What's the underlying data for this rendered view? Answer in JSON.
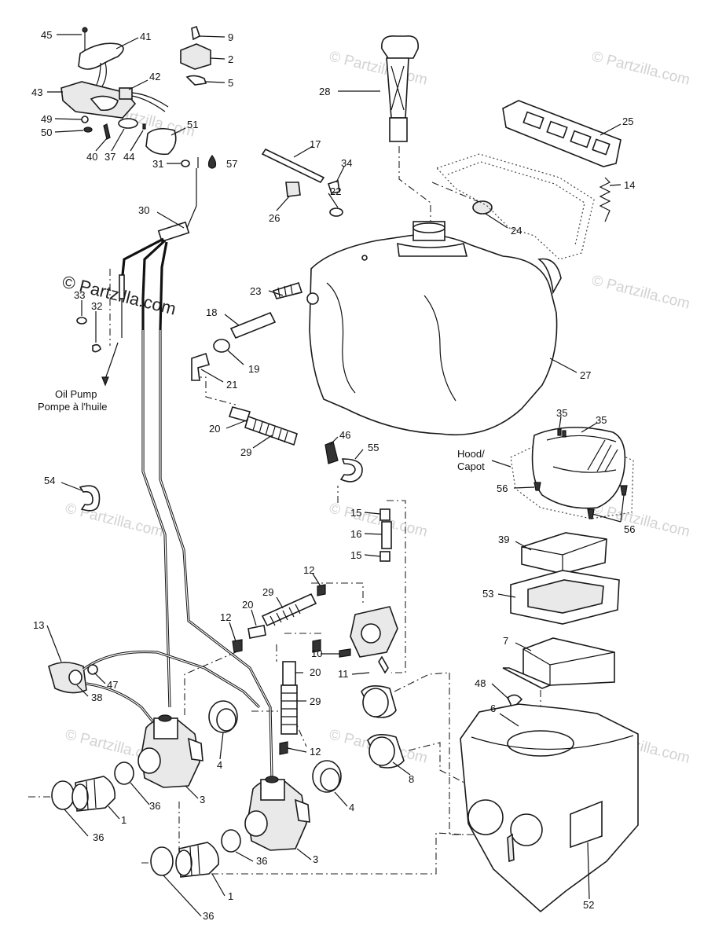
{
  "callouts": [
    {
      "id": "45",
      "text": "45"
    },
    {
      "id": "41",
      "text": "41"
    },
    {
      "id": "9",
      "text": "9"
    },
    {
      "id": "2",
      "text": "2"
    },
    {
      "id": "42",
      "text": "42"
    },
    {
      "id": "5",
      "text": "5"
    },
    {
      "id": "43",
      "text": "43"
    },
    {
      "id": "49",
      "text": "49"
    },
    {
      "id": "50",
      "text": "50"
    },
    {
      "id": "51",
      "text": "51"
    },
    {
      "id": "40",
      "text": "40"
    },
    {
      "id": "37",
      "text": "37"
    },
    {
      "id": "44",
      "text": "44"
    },
    {
      "id": "31",
      "text": "31"
    },
    {
      "id": "57",
      "text": "57"
    },
    {
      "id": "28",
      "text": "28"
    },
    {
      "id": "25",
      "text": "25"
    },
    {
      "id": "17",
      "text": "17"
    },
    {
      "id": "34",
      "text": "34"
    },
    {
      "id": "14",
      "text": "14"
    },
    {
      "id": "22",
      "text": "22"
    },
    {
      "id": "26",
      "text": "26"
    },
    {
      "id": "24",
      "text": "24"
    },
    {
      "id": "30",
      "text": "30"
    },
    {
      "id": "23",
      "text": "23"
    },
    {
      "id": "33",
      "text": "33"
    },
    {
      "id": "32",
      "text": "32"
    },
    {
      "id": "18",
      "text": "18"
    },
    {
      "id": "19",
      "text": "19"
    },
    {
      "id": "27",
      "text": "27"
    },
    {
      "id": "21",
      "text": "21"
    },
    {
      "id": "20a",
      "text": "20"
    },
    {
      "id": "29a",
      "text": "29"
    },
    {
      "id": "46",
      "text": "46"
    },
    {
      "id": "55",
      "text": "55"
    },
    {
      "id": "54",
      "text": "54"
    },
    {
      "id": "35a",
      "text": "35"
    },
    {
      "id": "35b",
      "text": "35"
    },
    {
      "id": "56a",
      "text": "56"
    },
    {
      "id": "56b",
      "text": "56"
    },
    {
      "id": "15a",
      "text": "15"
    },
    {
      "id": "16",
      "text": "16"
    },
    {
      "id": "15b",
      "text": "15"
    },
    {
      "id": "39",
      "text": "39"
    },
    {
      "id": "12a",
      "text": "12"
    },
    {
      "id": "29b",
      "text": "29"
    },
    {
      "id": "53",
      "text": "53"
    },
    {
      "id": "12b",
      "text": "12"
    },
    {
      "id": "20b",
      "text": "20"
    },
    {
      "id": "13",
      "text": "13"
    },
    {
      "id": "7",
      "text": "7"
    },
    {
      "id": "10",
      "text": "10"
    },
    {
      "id": "11",
      "text": "11"
    },
    {
      "id": "20c",
      "text": "20"
    },
    {
      "id": "47",
      "text": "47"
    },
    {
      "id": "38",
      "text": "38"
    },
    {
      "id": "48",
      "text": "48"
    },
    {
      "id": "29c",
      "text": "29"
    },
    {
      "id": "6",
      "text": "6"
    },
    {
      "id": "12c",
      "text": "12"
    },
    {
      "id": "4a",
      "text": "4"
    },
    {
      "id": "8",
      "text": "8"
    },
    {
      "id": "3a",
      "text": "3"
    },
    {
      "id": "36a",
      "text": "36"
    },
    {
      "id": "4b",
      "text": "4"
    },
    {
      "id": "1a",
      "text": "1"
    },
    {
      "id": "36b",
      "text": "36"
    },
    {
      "id": "3b",
      "text": "3"
    },
    {
      "id": "36c",
      "text": "36"
    },
    {
      "id": "1b",
      "text": "1"
    },
    {
      "id": "36d",
      "text": "36"
    },
    {
      "id": "52",
      "text": "52"
    }
  ],
  "notes": {
    "oil_pump_en": "Oil Pump",
    "oil_pump_fr": "Pompe à l'huile",
    "hood_en": "Hood/",
    "hood_fr": "Capot"
  },
  "watermark": {
    "text": "© Partzilla.com",
    "color": "#d2d2d2"
  }
}
